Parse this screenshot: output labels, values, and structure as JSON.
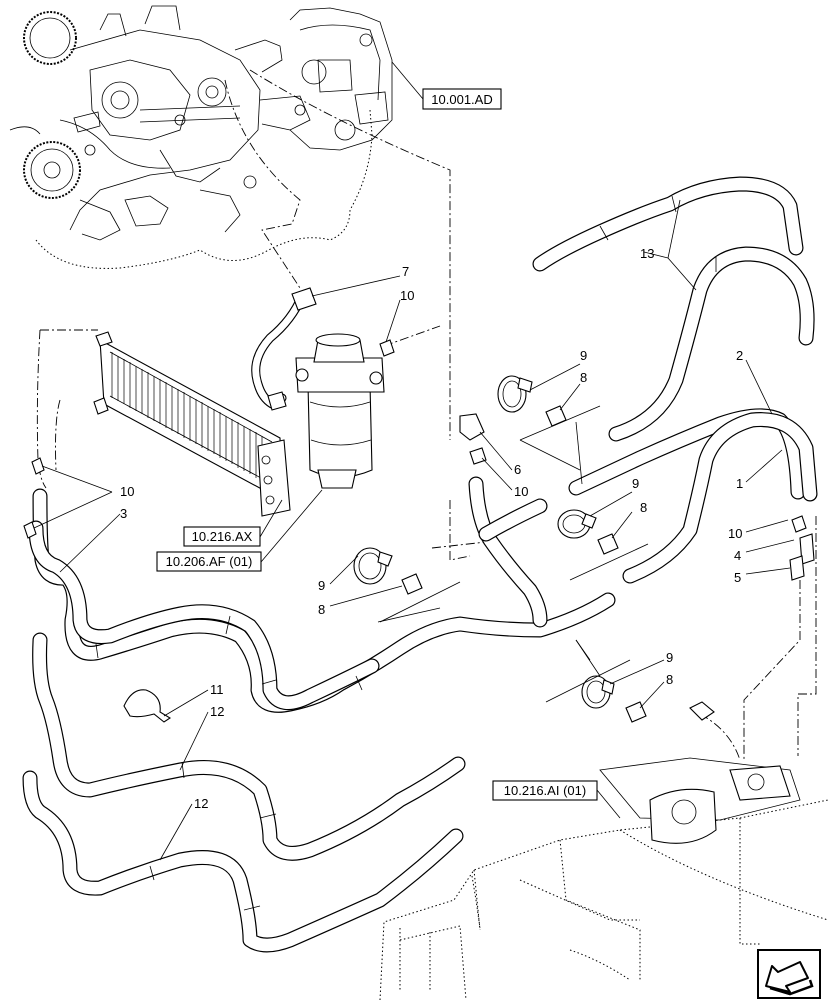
{
  "references": {
    "engine": "10.001.AD",
    "cooler": "10.216.AX",
    "filter": "10.206.AF (01)",
    "tank": "10.216.AI (01)"
  },
  "callouts": {
    "c1": "1",
    "c2": "2",
    "c3": "3",
    "c4": "4",
    "c5": "5",
    "c6": "6",
    "c7": "7",
    "c8a": "8",
    "c8b": "8",
    "c8c": "8",
    "c8d": "8",
    "c9a": "9",
    "c9b": "9",
    "c9c": "9",
    "c9d": "9",
    "c10a": "10",
    "c10b": "10",
    "c10c": "10",
    "c10d": "10",
    "c11": "11",
    "c12a": "12",
    "c12b": "12",
    "c13": "13"
  },
  "icons": {
    "nav": "next-page-arrow-icon"
  }
}
